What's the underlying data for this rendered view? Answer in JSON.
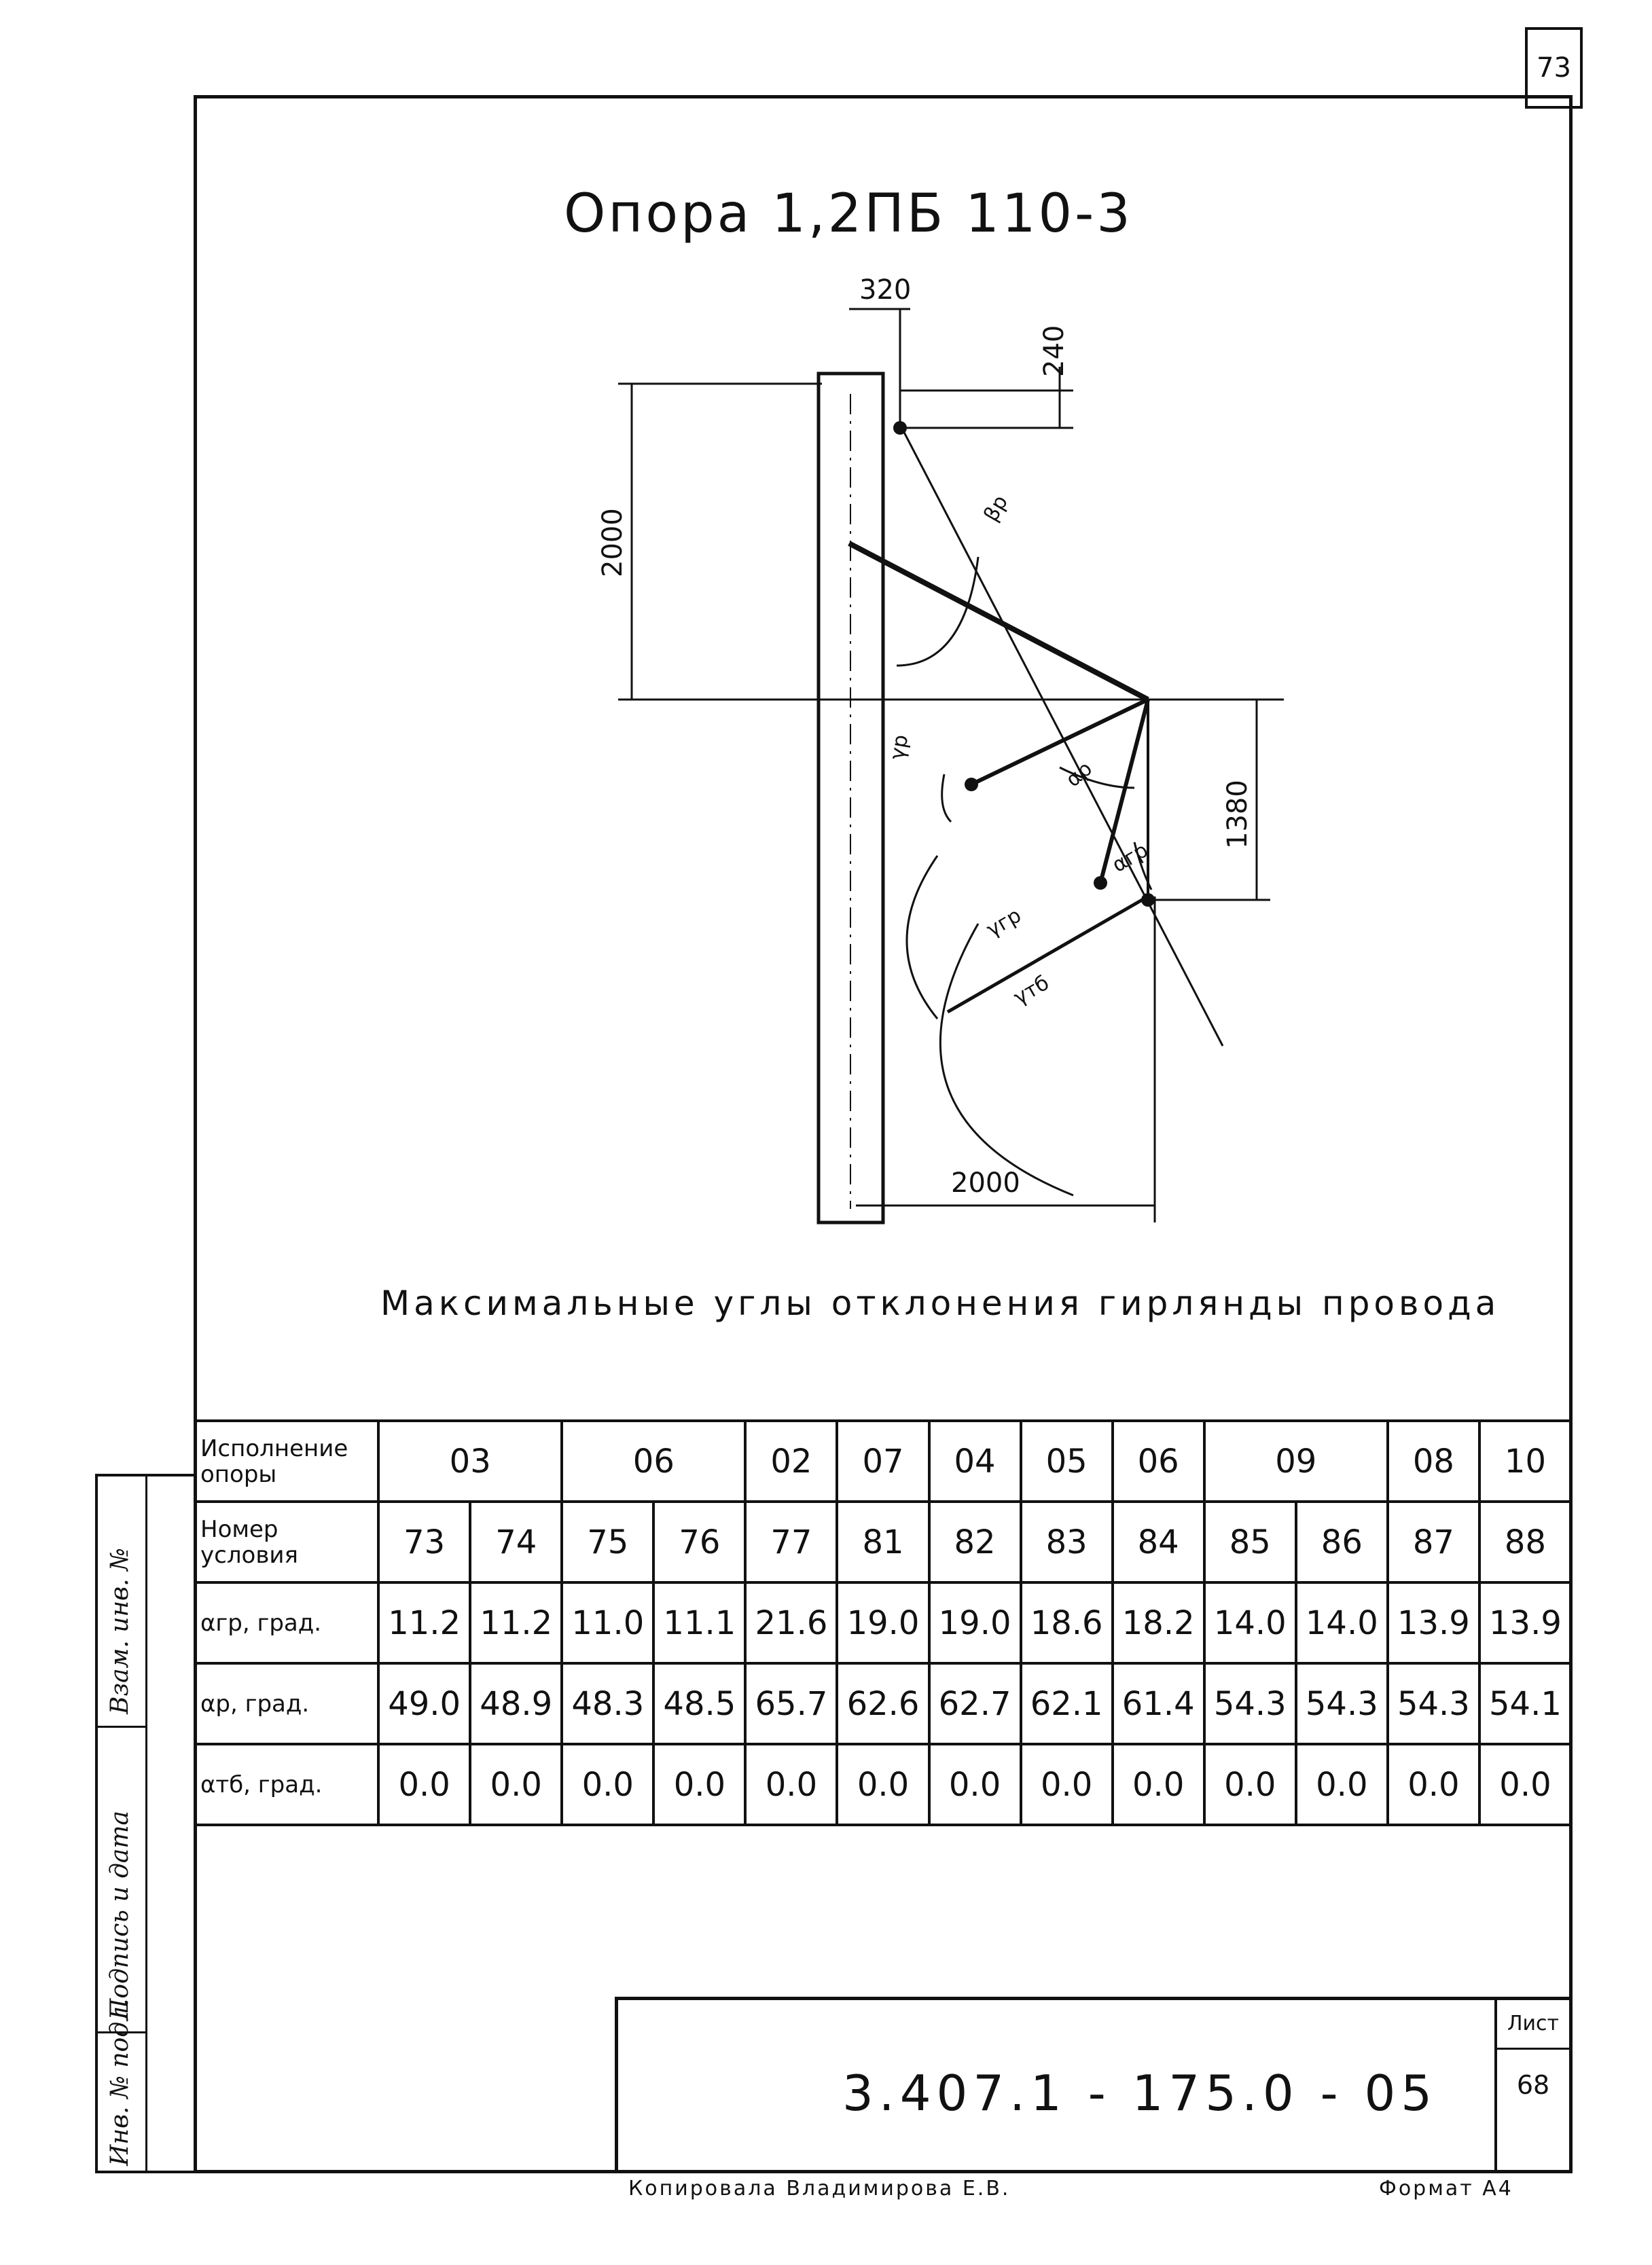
{
  "sheet_corner_number": "73",
  "title": "Опора 1,2ПБ 110-3",
  "drawing": {
    "dimensions": {
      "d320": "320",
      "d240": "240",
      "d2000_vertical": "2000",
      "d1380": "1380",
      "d2000_horizontal": "2000"
    },
    "angle_labels": {
      "gamma_gr": "γгр",
      "gamma_tb": "γтб",
      "gamma_r": "γр",
      "alpha_r": "αр",
      "alpha_gr": "αгр",
      "beta_r": "βр"
    }
  },
  "subtitle": "Максимальные углы отклонения гирлянды провода",
  "table": {
    "header_label": "Исполнение опоры",
    "condition_label": "Номер условия",
    "executions": [
      {
        "label": "03",
        "span": 2
      },
      {
        "label": "06",
        "span": 2
      },
      {
        "label": "02",
        "span": 1
      },
      {
        "label": "07",
        "span": 1
      },
      {
        "label": "04",
        "span": 1
      },
      {
        "label": "05",
        "span": 1
      },
      {
        "label": "06",
        "span": 1
      },
      {
        "label": "09",
        "span": 2
      },
      {
        "label": "08",
        "span": 1
      },
      {
        "label": "10",
        "span": 1
      }
    ],
    "conditions": [
      "73",
      "74",
      "75",
      "76",
      "77",
      "81",
      "82",
      "83",
      "84",
      "85",
      "86",
      "87",
      "88"
    ],
    "rows": [
      {
        "label": "αгр, град.",
        "values": [
          "11.2",
          "11.2",
          "11.0",
          "11.1",
          "21.6",
          "19.0",
          "19.0",
          "18.6",
          "18.2",
          "14.0",
          "14.0",
          "13.9",
          "13.9"
        ]
      },
      {
        "label": "αр, град.",
        "values": [
          "49.0",
          "48.9",
          "48.3",
          "48.5",
          "65.7",
          "62.6",
          "62.7",
          "62.1",
          "61.4",
          "54.3",
          "54.3",
          "54.3",
          "54.1"
        ]
      },
      {
        "label": "αтб, град.",
        "values": [
          "0.0",
          "0.0",
          "0.0",
          "0.0",
          "0.0",
          "0.0",
          "0.0",
          "0.0",
          "0.0",
          "0.0",
          "0.0",
          "0.0",
          "0.0"
        ]
      }
    ]
  },
  "side_strip": {
    "cell1": "Взам. инв. №",
    "cell2": "Подпись и дата",
    "cell3": "Инв. № подл."
  },
  "stamp": {
    "doc_code": "3.407.1 - 175.0 - 05",
    "sheet_label": "Лист",
    "sheet_number": "68"
  },
  "footer": {
    "copied_by": "Копировала Владимирова Е.В.",
    "format": "Формат А4"
  }
}
